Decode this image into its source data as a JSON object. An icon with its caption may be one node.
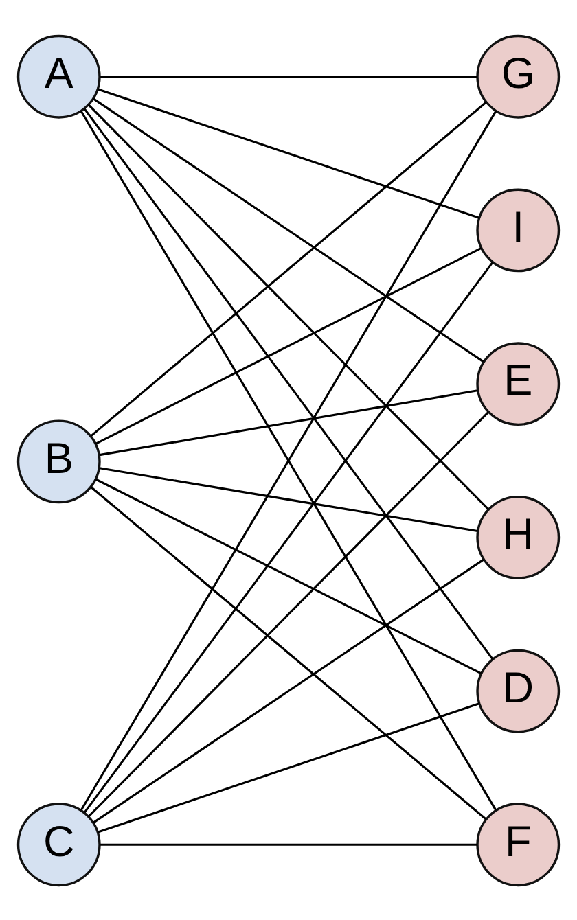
{
  "diagram": {
    "nodes": [
      {
        "text": [
          "A"
        ]
      },
      {
        "text": [
          "B"
        ]
      },
      {
        "text": [
          "C"
        ]
      },
      {
        "text": [
          "G"
        ]
      },
      {
        "text": [
          "I"
        ]
      },
      {
        "text": [
          "E"
        ]
      },
      {
        "text": [
          "H"
        ]
      },
      {
        "text": [
          "D"
        ]
      },
      {
        "text": [
          "F"
        ]
      }
    ],
    "edges": [
      {
        "from": 0,
        "to": 3,
        "arrow": "none"
      },
      {
        "from": 0,
        "to": 4,
        "arrow": "none"
      },
      {
        "from": 0,
        "to": 5,
        "arrow": "none"
      },
      {
        "from": 0,
        "to": 6,
        "arrow": "none"
      },
      {
        "from": 0,
        "to": 7,
        "arrow": "none"
      },
      {
        "from": 0,
        "to": 8,
        "arrow": "none"
      },
      {
        "from": 1,
        "to": 3,
        "arrow": "none"
      },
      {
        "from": 1,
        "to": 4,
        "arrow": "none"
      },
      {
        "from": 1,
        "to": 5,
        "arrow": "none"
      },
      {
        "from": 1,
        "to": 6,
        "arrow": "none"
      },
      {
        "from": 1,
        "to": 7,
        "arrow": "none"
      },
      {
        "from": 1,
        "to": 8,
        "arrow": "none"
      },
      {
        "from": 2,
        "to": 3,
        "arrow": "none"
      },
      {
        "from": 2,
        "to": 4,
        "arrow": "none"
      },
      {
        "from": 2,
        "to": 5,
        "arrow": "none"
      },
      {
        "from": 2,
        "to": 6,
        "arrow": "none"
      },
      {
        "from": 2,
        "to": 7,
        "arrow": "none"
      },
      {
        "from": 2,
        "to": 8,
        "arrow": "none"
      }
    ]
  }
}
